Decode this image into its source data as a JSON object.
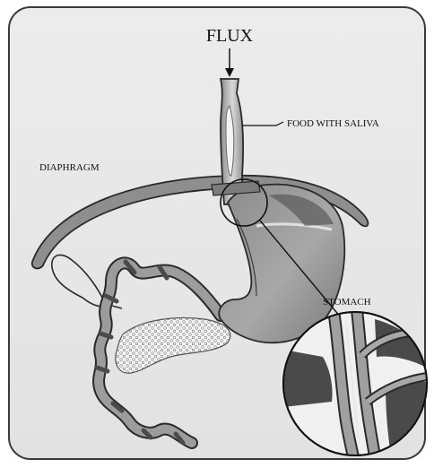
{
  "labels": {
    "title": "FLUX",
    "food": "FOOD WITH SALIVA",
    "diaphragm": "DIAPHRAGM",
    "stomach": "STOMACH"
  },
  "colors": {
    "panel": "#e6e6e6",
    "panel_border": "#3a3a3a",
    "organ_mid": "#9a9a9a",
    "organ_dark": "#505050",
    "organ_light": "#c8c8c8",
    "bolus": "#f2f2f2"
  }
}
